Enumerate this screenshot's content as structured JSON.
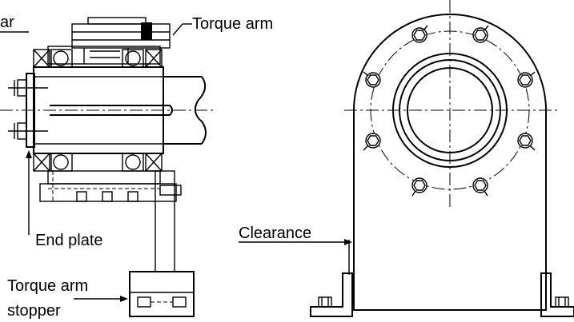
{
  "labels": {
    "gear_partial": "ar",
    "torque_arm": "Torque arm",
    "end_plate": "End plate",
    "torque_arm_stopper_line1": "Torque arm",
    "torque_arm_stopper_line2": "stopper",
    "clearance": "Clearance"
  }
}
